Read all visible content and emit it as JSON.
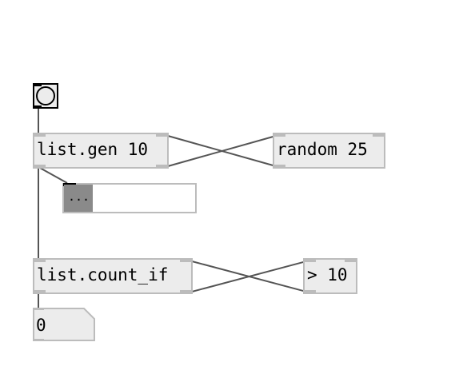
{
  "patch": {
    "objects": {
      "list_gen": "list.gen 10",
      "random": "random 25",
      "count_if": "list.count_if",
      "compare": "> 10"
    },
    "list_display": {
      "content": "..."
    },
    "number_atom": {
      "value": "0"
    }
  },
  "colors": {
    "box_fill": "#ececec",
    "box_border": "#bcbcbc",
    "wire": "#555555",
    "list_content_fill": "#8a8a8a"
  },
  "icons": [
    "bang-icon"
  ]
}
